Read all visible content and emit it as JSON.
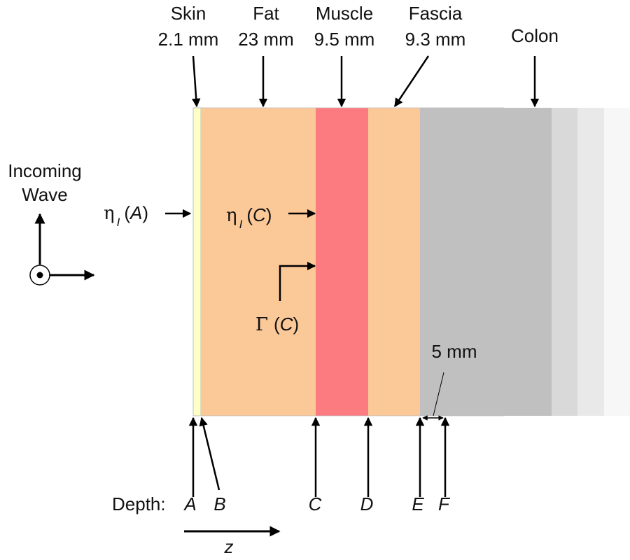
{
  "layers": [
    {
      "name": "Skin",
      "thickness": "2.1 mm",
      "color": "#ffffc8"
    },
    {
      "name": "Fat",
      "thickness": "23 mm",
      "color": "#fbc898"
    },
    {
      "name": "Muscle",
      "thickness": "9.5 mm",
      "color": "#fb7b80"
    },
    {
      "name": "Fascia",
      "thickness": "9.3 mm",
      "color": "#fbc898"
    },
    {
      "name": "Colon",
      "thickness": "",
      "color": "#c0c0c0"
    }
  ],
  "colon_fade_colors": [
    "#d9d9d9",
    "#e9e9e9",
    "#f7f7f7"
  ],
  "incoming_label": [
    "Incoming",
    "Wave"
  ],
  "annotations": {
    "eta_symbol": "η",
    "eta_subscript": "I",
    "eta_a_point": "A",
    "eta_c_point": "C",
    "gamma_symbol": "Γ",
    "gamma_point": "C",
    "gap_label": "5 mm"
  },
  "depth": {
    "label": "Depth:",
    "points": [
      "A",
      "B",
      "C",
      "D",
      "E",
      "F"
    ]
  },
  "axis_label": "z"
}
